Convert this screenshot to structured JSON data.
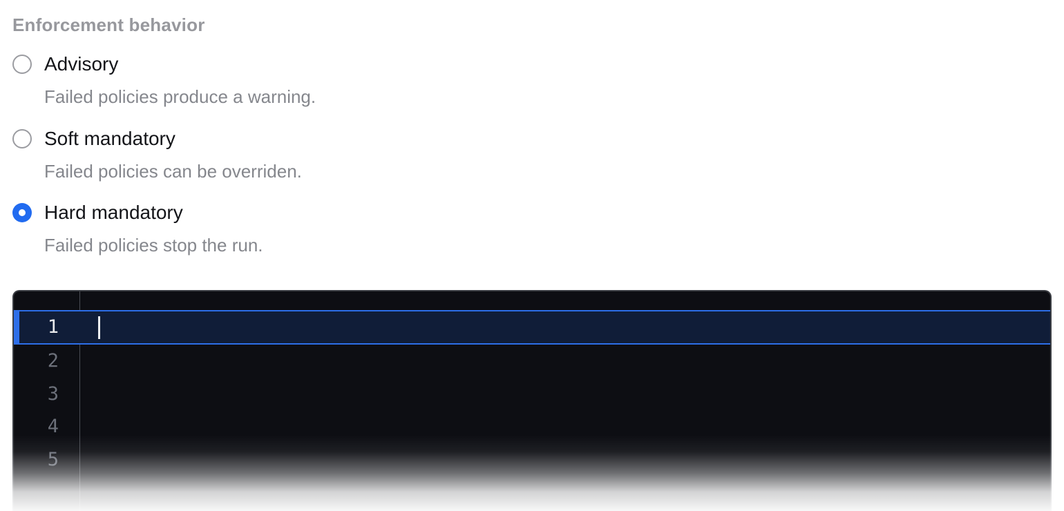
{
  "form": {
    "label": "Enforcement behavior",
    "options": [
      {
        "label": "Advisory",
        "description": "Failed policies produce a warning.",
        "selected": false
      },
      {
        "label": "Soft mandatory",
        "description": "Failed policies can be overriden.",
        "selected": false
      },
      {
        "label": "Hard mandatory",
        "description": "Failed policies stop the run.",
        "selected": true
      }
    ]
  },
  "editor": {
    "value": "",
    "active_line": 1,
    "line_numbers": [
      "1",
      "2",
      "3",
      "4",
      "5"
    ],
    "cursor_visible": true
  },
  "colors": {
    "accent_blue": "#216bf0",
    "active_line_border_blue": "#2d6ee8",
    "editor_background": "#0d0e13",
    "active_line_background": "#101d38",
    "line_number_gray": "#6c707a",
    "active_line_number": "#e8e9eb",
    "section_label_gray": "#97989d",
    "description_gray": "#85878d",
    "label_black": "#141519"
  }
}
